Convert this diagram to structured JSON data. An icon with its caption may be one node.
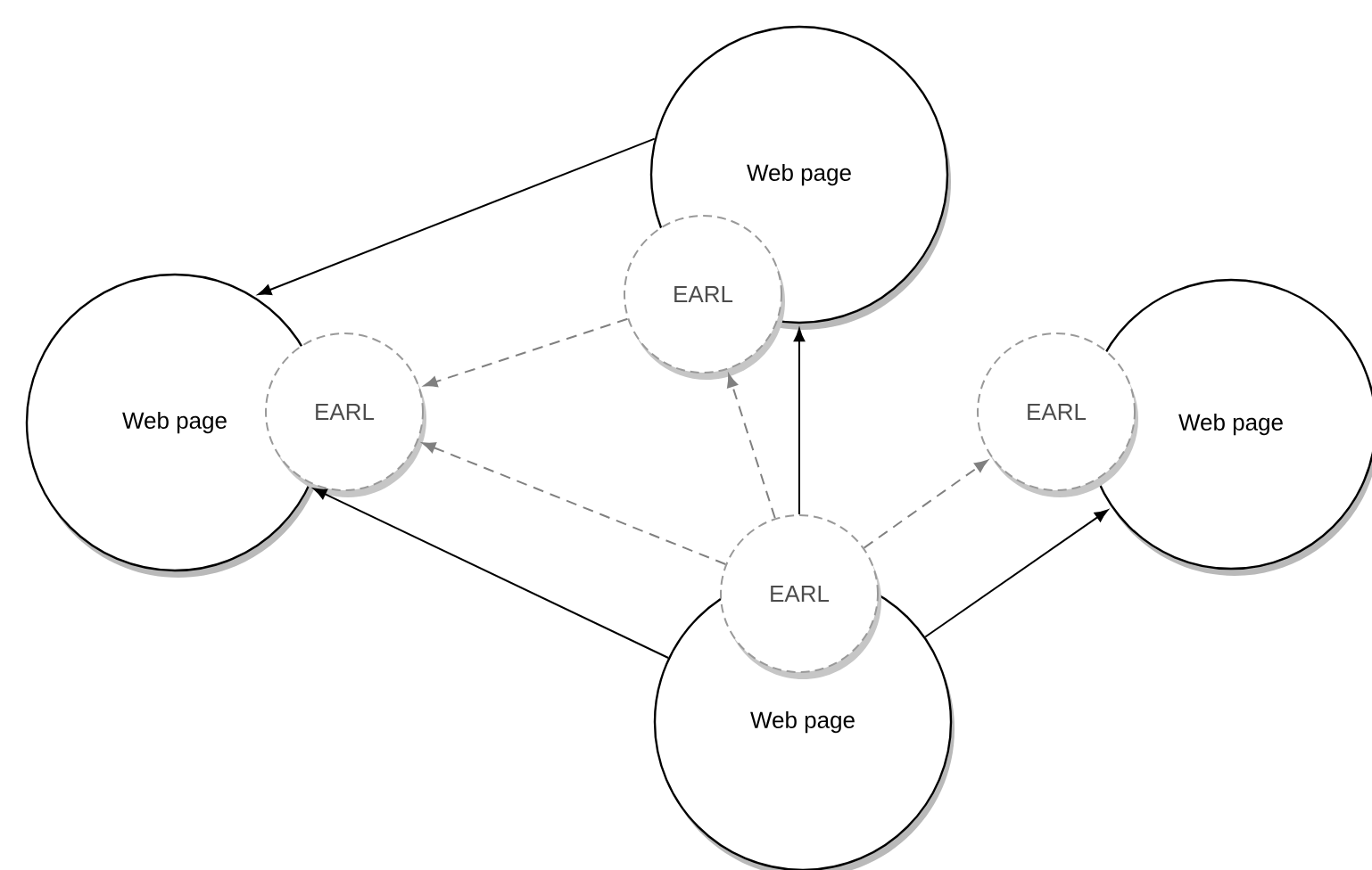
{
  "diagram": {
    "nodes": [
      {
        "text": [
          "Web page"
        ]
      },
      {
        "text": [
          "EARL"
        ]
      },
      {
        "text": [
          "Web page"
        ]
      },
      {
        "text": [
          "EARL"
        ]
      },
      {
        "text": [
          "EARL"
        ]
      },
      {
        "text": [
          "Web page"
        ]
      },
      {
        "text": [
          "EARL"
        ]
      },
      {
        "text": [
          "Web page"
        ]
      }
    ],
    "edges": [
      {
        "from": 0,
        "to": 2,
        "arrow": "to"
      },
      {
        "from": 1,
        "to": 3,
        "arrow": "to",
        "style": "dashed",
        "color": "#808080"
      },
      {
        "from": 6,
        "to": 1,
        "arrow": "to",
        "style": "dashed",
        "color": "#808080"
      },
      {
        "from": 6,
        "to": 0,
        "arrow": "to"
      },
      {
        "from": 6,
        "to": 3,
        "arrow": "to",
        "style": "dashed",
        "color": "#808080"
      },
      {
        "from": 6,
        "to": 4,
        "arrow": "to",
        "style": "dashed",
        "color": "#808080"
      },
      {
        "from": 7,
        "to": 2,
        "arrow": "to"
      },
      {
        "from": 7,
        "to": 5,
        "arrow": "to"
      }
    ]
  }
}
